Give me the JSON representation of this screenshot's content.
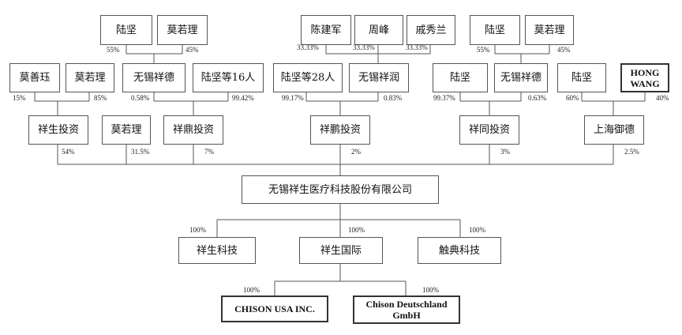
{
  "nodes": {
    "lujian_a": "陆坚",
    "moruoli_a": "莫若理",
    "chenjianjun": "陈建军",
    "zhoufeng": "周峰",
    "qixiulan": "戚秀兰",
    "lujian_b": "陆坚",
    "moruoli_b": "莫若理",
    "moshanyu": "莫善珏",
    "moruoli_c": "莫若理",
    "wuxi_xiangde_a": "无锡祥德",
    "lujian_16": "陆坚等16人",
    "lujian_28": "陆坚等28人",
    "wuxi_xiangrun": "无锡祥润",
    "lujian_c": "陆坚",
    "wuxi_xiangde_b": "无锡祥德",
    "lujian_d": "陆坚",
    "hong_wang_line1": "HONG",
    "hong_wang_line2": "WANG",
    "xiangsheng_invest": "祥生投资",
    "moruoli_d": "莫若理",
    "xiangding_invest": "祥鼎投资",
    "xiangpeng_invest": "祥鹏投资",
    "xiangtong_invest": "祥同投资",
    "shanghai_yude": "上海御德",
    "company": "无锡祥生医疗科技股份有限公司",
    "xiangsheng_tech": "祥生科技",
    "xiangsheng_intl": "祥生国际",
    "chudian_tech": "触典科技",
    "chison_usa": "CHISON USA INC.",
    "chison_de_line1": "Chison Deutschland",
    "chison_de_line2": "GmbH"
  },
  "percentages": {
    "lujian_a": "55%",
    "moruoli_a": "45%",
    "chenjianjun": "33.33%",
    "zhoufeng": "33.33%",
    "qixiulan": "33.33%",
    "lujian_b": "55%",
    "moruoli_b": "45%",
    "moshanyu": "15%",
    "moruoli_c": "85%",
    "wuxi_xiangde_a": "0.58%",
    "lujian_16": "99.42%",
    "lujian_28": "99.17%",
    "wuxi_xiangrun": "0.83%",
    "lujian_c": "99.37%",
    "wuxi_xiangde_b": "0.63%",
    "lujian_d": "60%",
    "hong_wang": "40%",
    "xiangsheng_invest": "54%",
    "moruoli_d": "31.5%",
    "xiangding_invest": "7%",
    "xiangpeng_invest": "2%",
    "xiangtong_invest": "3%",
    "shanghai_yude": "2.5%",
    "xiangsheng_tech": "100%",
    "xiangsheng_intl": "100%",
    "chudian_tech": "100%",
    "chison_usa": "100%",
    "chison_de": "100%"
  }
}
